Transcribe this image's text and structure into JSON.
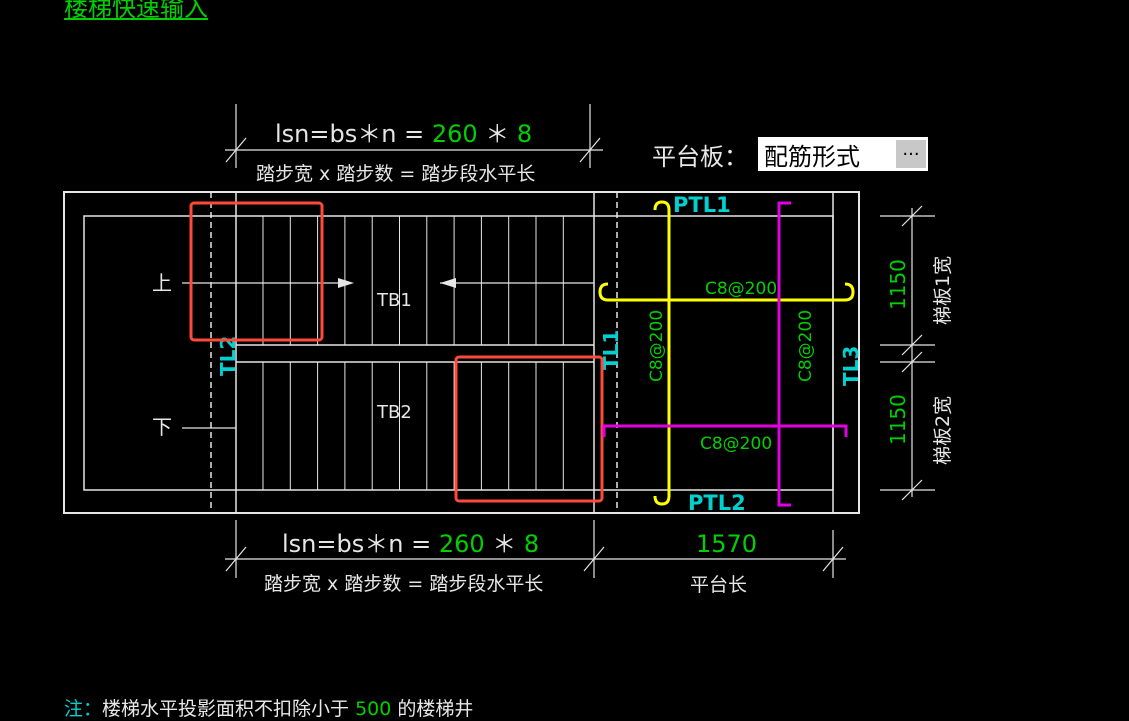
{
  "page_title": "楼梯快速输入",
  "flight_top": {
    "formula_prefix": "lsn=bs＊n = ",
    "step_width": "260",
    "times": " ＊ ",
    "step_count": "8",
    "caption": "踏步宽 x 踏步数 = 踏步段水平长"
  },
  "flight_bottom": {
    "formula_prefix": "lsn=bs＊n = ",
    "step_width": "260",
    "times": " ＊ ",
    "step_count": "8",
    "caption": "踏步宽 x 踏步数 = 踏步段水平长"
  },
  "platform_board": {
    "label": "平台板：",
    "value": "配筋形式",
    "button": "···"
  },
  "platform_length": {
    "value": "1570",
    "caption": "平台长"
  },
  "labels": {
    "up": "上",
    "down": "下",
    "tb1": "TB1",
    "tb2": "TB2",
    "tl1": "TL1",
    "tl2": "TL2",
    "tl3": "TL3",
    "ptl1": "PTL1",
    "ptl2": "PTL2"
  },
  "rebar": {
    "top_horizontal": "C8@200",
    "bottom_horizontal": "C8@200",
    "left_vertical": "C8@200",
    "right_vertical": "C8@200"
  },
  "widths": {
    "flight1_value": "1150",
    "flight1_caption": "梯板1宽",
    "flight2_value": "1150",
    "flight2_caption": "梯板2宽"
  },
  "note": {
    "prefix": "注：",
    "text_before": "楼梯水平投影面积不扣除小于 ",
    "value": "500",
    "text_after": " 的楼梯井"
  },
  "colors": {
    "background": "#000000",
    "lines": "#e6e6e6",
    "green": "#00d000",
    "cyan": "#00d0d0",
    "yellow": "#ffff00",
    "magenta": "#e000e0",
    "red": "#ff4a3a"
  }
}
